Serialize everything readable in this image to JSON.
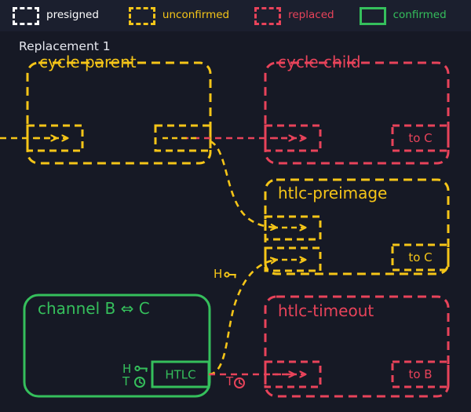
{
  "colors": {
    "background": "#161925",
    "legend_bar": "#1b1f2e",
    "presigned": "#ffffff",
    "unconfirmed": "#f5c518",
    "replaced": "#e8435a",
    "confirmed": "#35bf5c"
  },
  "legend": {
    "items": [
      {
        "label": "presigned",
        "state": "presigned",
        "color": "#ffffff",
        "style": "dashed",
        "icon": "dashed-white-rect-icon"
      },
      {
        "label": "unconfirmed",
        "state": "unconfirmed",
        "color": "#f5c518",
        "style": "dashed",
        "icon": "dashed-yellow-rect-icon"
      },
      {
        "label": "replaced",
        "state": "replaced",
        "color": "#e8435a",
        "style": "dashed",
        "icon": "dashed-red-rect-icon"
      },
      {
        "label": "confirmed",
        "state": "confirmed",
        "color": "#35bf5c",
        "style": "solid",
        "icon": "solid-green-rect-icon"
      }
    ]
  },
  "diagram": {
    "caption": "Replacement 1",
    "nodes": [
      {
        "id": "cycle-parent",
        "title": "cycle parent",
        "state": "unconfirmed",
        "color": "#f5c518",
        "style": "dashed",
        "inputs": [
          {
            "label": "",
            "arrow": true
          }
        ],
        "outputs": [
          {
            "label": ""
          }
        ]
      },
      {
        "id": "cycle-child",
        "title": "cycle child",
        "state": "replaced",
        "color": "#e8435a",
        "style": "dashed",
        "inputs": [
          {
            "label": "",
            "arrow": true
          }
        ],
        "outputs": [
          {
            "label": "to C"
          }
        ]
      },
      {
        "id": "htlc-preimage",
        "title": "htlc-preimage",
        "state": "unconfirmed",
        "color": "#f5c518",
        "style": "dashed",
        "inputs": [
          {
            "label": "",
            "arrow": true
          },
          {
            "label": "",
            "arrow": true
          }
        ],
        "outputs": [
          {
            "label": "to C"
          }
        ]
      },
      {
        "id": "htlc-timeout",
        "title": "htlc-timeout",
        "state": "replaced",
        "color": "#e8435a",
        "style": "dashed",
        "inputs": [
          {
            "label": "",
            "arrow": true
          }
        ],
        "outputs": [
          {
            "label": "to B"
          }
        ]
      },
      {
        "id": "channel-b-c",
        "title": "channel B ⇔ C",
        "state": "confirmed",
        "color": "#35bf5c",
        "style": "solid",
        "outputs": [
          {
            "label": "HTLC"
          }
        ]
      }
    ],
    "annotations": [
      {
        "id": "htlc-hash-timeout-green",
        "hash_label": "H",
        "timeout_label": "T",
        "color": "#35bf5c"
      },
      {
        "id": "preimage-spend-hash",
        "hash_label": "H",
        "color": "#f5c518"
      },
      {
        "id": "timeout-spend-clock",
        "timeout_label": "T",
        "color": "#e8435a"
      }
    ],
    "edges": [
      {
        "from": "external",
        "to": "cycle-parent",
        "color": "#f5c518",
        "style": "dashed"
      },
      {
        "from": "cycle-parent",
        "to": "cycle-child",
        "color": "#e8435a",
        "style": "dashed"
      },
      {
        "from": "cycle-parent",
        "to": "htlc-preimage",
        "color": "#f5c518",
        "style": "dashed"
      },
      {
        "from": "channel-b-c",
        "to": "htlc-preimage",
        "color": "#f5c518",
        "style": "dashed"
      },
      {
        "from": "channel-b-c",
        "to": "htlc-timeout",
        "color": "#e8435a",
        "style": "dashed"
      }
    ]
  }
}
